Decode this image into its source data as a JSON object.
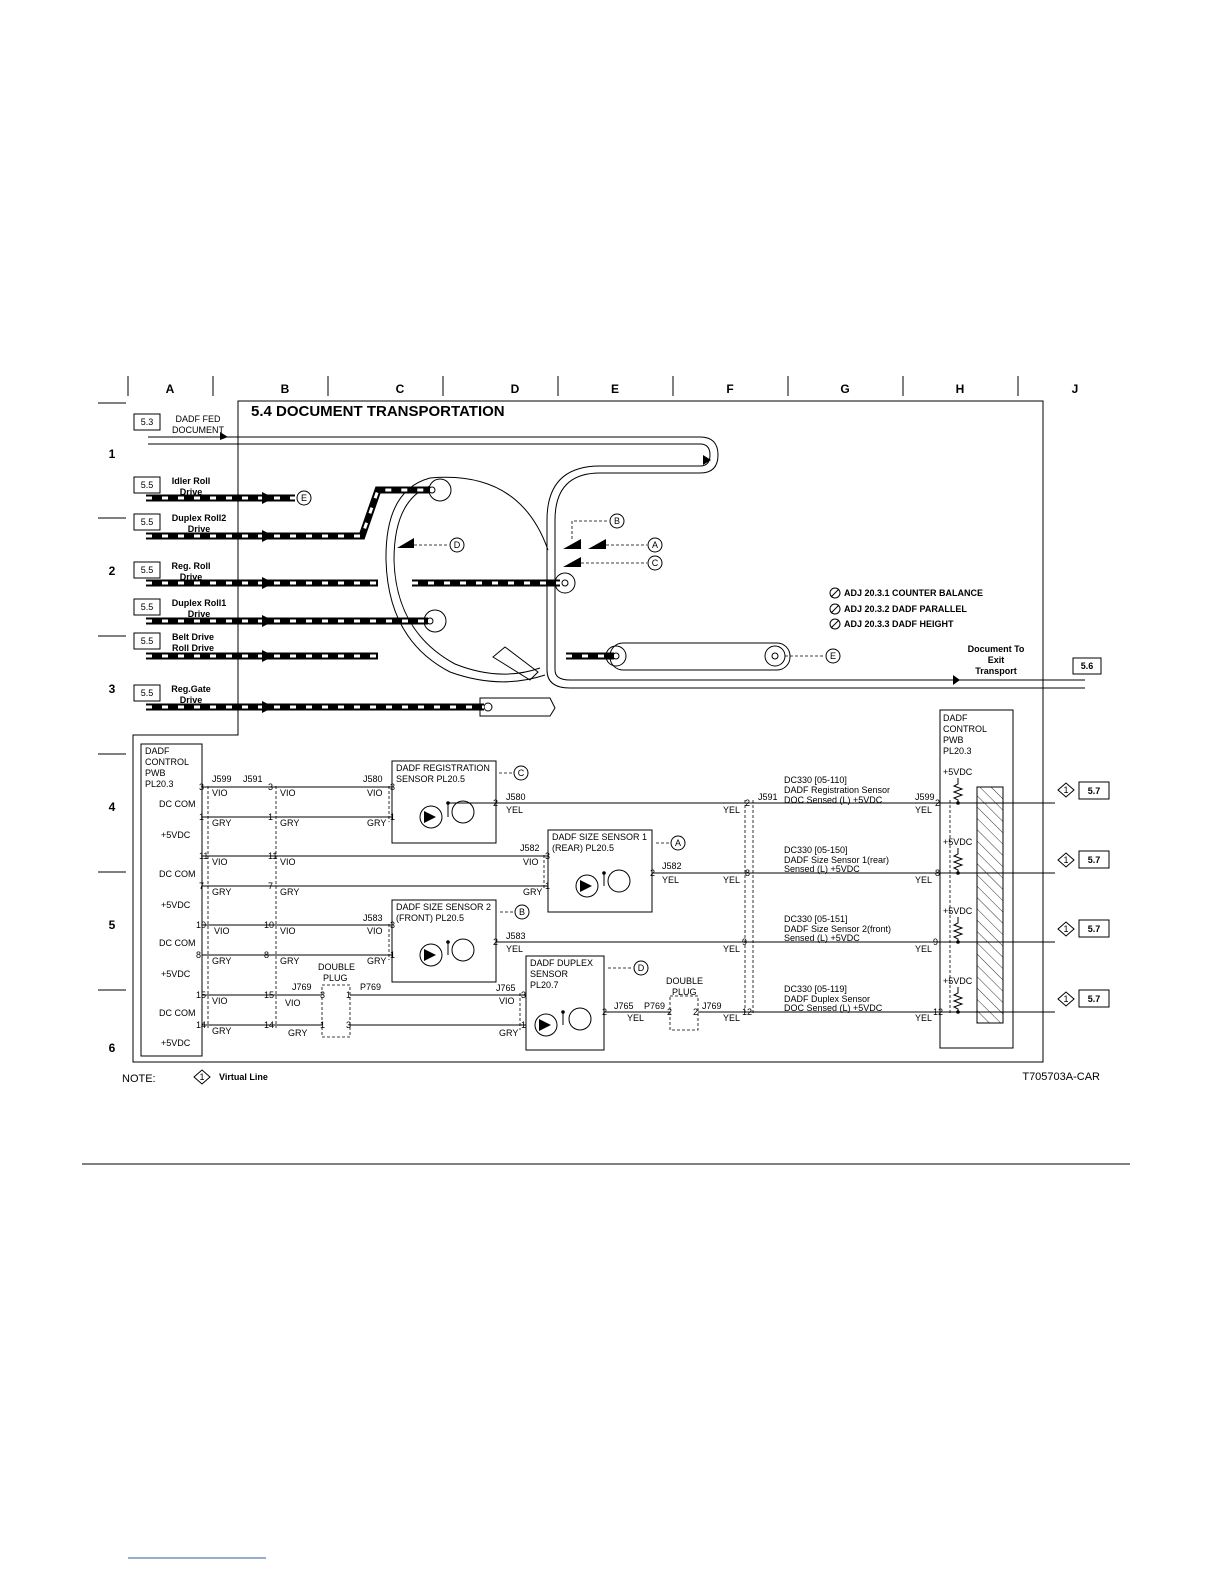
{
  "title": "5.4 DOCUMENT TRANSPORTATION",
  "figure_id": "T705703A-CAR",
  "note_label": "NOTE:",
  "note_symbol": "1",
  "note_text": "Virtual Line",
  "columns": [
    "A",
    "B",
    "C",
    "D",
    "E",
    "F",
    "G",
    "H",
    "J"
  ],
  "rows": [
    "1",
    "2",
    "3",
    "4",
    "5",
    "6"
  ],
  "drives": [
    {
      "ref": "5.3",
      "label1": "DADF FED",
      "label2": "DOCUMENT"
    },
    {
      "ref": "5.5",
      "label1": "Idler Roll",
      "label2": "Drive"
    },
    {
      "ref": "5.5",
      "label1": "Duplex Roll2",
      "label2": "Drive"
    },
    {
      "ref": "5.5",
      "label1": "Reg. Roll",
      "label2": "Drive"
    },
    {
      "ref": "5.5",
      "label1": "Duplex Roll1",
      "label2": "Drive"
    },
    {
      "ref": "5.5",
      "label1": "Belt Drive",
      "label2": "Roll Drive"
    },
    {
      "ref": "5.5",
      "label1": "Reg.Gate",
      "label2": "Drive"
    }
  ],
  "callouts": [
    "A",
    "B",
    "C",
    "D",
    "E"
  ],
  "adjustments": [
    "ADJ 20.3.1 COUNTER BALANCE",
    "ADJ 20.3.2 DADF PARALLEL",
    "ADJ 20.3.3 DADF HEIGHT"
  ],
  "exit": {
    "label1": "Document To",
    "label2": "Exit",
    "label3": "Transport",
    "ref": "5.6"
  },
  "pwb_left": {
    "l1": "DADF",
    "l2": "CONTROL",
    "l3": "PWB",
    "l4": "PL20.3"
  },
  "pwb_right": {
    "l1": "DADF",
    "l2": "CONTROL",
    "l3": "PWB",
    "l4": "PL20.3"
  },
  "dc_com": "DC COM",
  "vdc": "+5VDC",
  "connectors": {
    "j599": "J599",
    "j591": "J591",
    "j580": "J580",
    "j582": "J582",
    "j583": "J583",
    "j765": "J765",
    "j769": "J769",
    "p769": "P769"
  },
  "wire_colors": {
    "vio": "VIO",
    "gry": "GRY",
    "yel": "YEL"
  },
  "pins": [
    "1",
    "2",
    "3",
    "7",
    "8",
    "9",
    "10",
    "11",
    "12",
    "13",
    "14",
    "15"
  ],
  "double_plug": {
    "l1": "DOUBLE",
    "l2": "PLUG"
  },
  "sensors": [
    {
      "name1": "DADF REGISTRATION",
      "name2": "SENSOR PL20.5",
      "callout": "C"
    },
    {
      "name1": "DADF SIZE SENSOR 1",
      "name2": "(REAR) PL20.5",
      "callout": "A"
    },
    {
      "name1": "DADF SIZE SENSOR 2",
      "name2": "(FRONT) PL20.5",
      "callout": "B"
    },
    {
      "name1": "DADF DUPLEX",
      "name2": "SENSOR",
      "name3": "PL20.7",
      "callout": "D"
    }
  ],
  "signals": [
    {
      "code": "DC330 [05-110]",
      "l2": "DADF Registration Sensor",
      "l3": "DOC Sensed (L) +5VDC",
      "ref": "5.7"
    },
    {
      "code": "DC330 [05-150]",
      "l2": "DADF Size Sensor 1(rear)",
      "l3": "Sensed (L) +5VDC",
      "ref": "5.7"
    },
    {
      "code": "DC330 [05-151]",
      "l2": "DADF Size Sensor 2(front)",
      "l3": "Sensed (L) +5VDC",
      "ref": "5.7"
    },
    {
      "code": "DC330 [05-119]",
      "l2": "DADF Duplex Sensor",
      "l3": "DOC Sensed (L) +5VDC",
      "ref": "5.7"
    }
  ]
}
